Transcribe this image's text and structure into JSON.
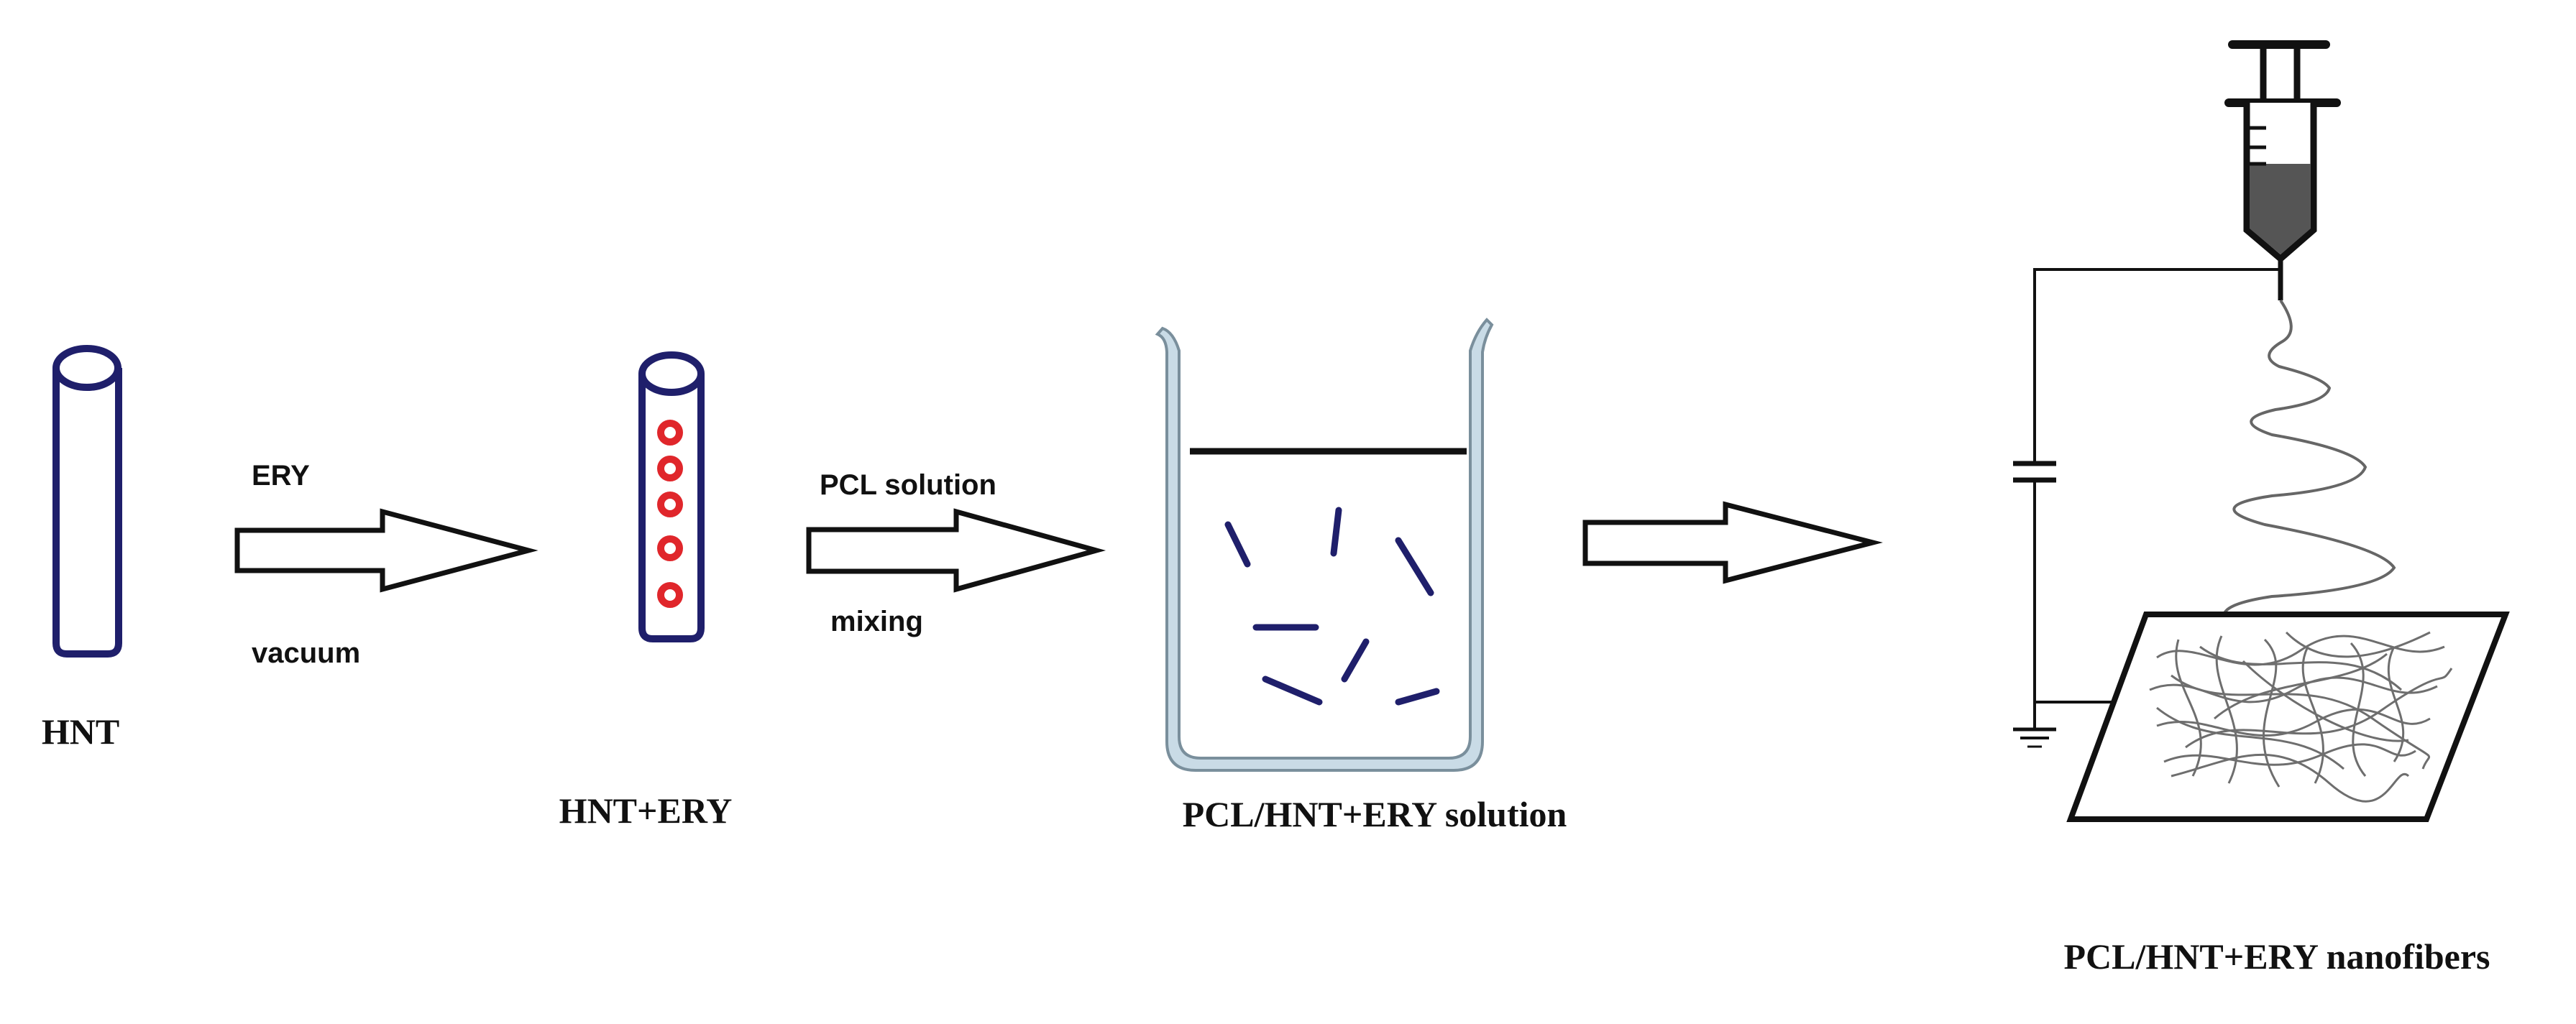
{
  "captions": {
    "hnt": "HNT",
    "hnt_ery": "HNT+ERY",
    "solution": "PCL/HNT+ERY solution",
    "nanofibers": "PCL/HNT+ERY nanofibers"
  },
  "steps": {
    "step1_top": "ERY",
    "step1_bottom": "vacuum",
    "step2_top": "PCL solution",
    "step2_bottom": "mixing"
  },
  "colors": {
    "tube_outline": "#1f1f6b",
    "drug_dot": "#e0262b",
    "beaker_fill": "#c9dbe6",
    "beaker_outline": "#7a8f9c",
    "nanotube_particle": "#1f1f6b",
    "fiber": "#6e6e6e",
    "syringe_liquid": "#555555"
  }
}
